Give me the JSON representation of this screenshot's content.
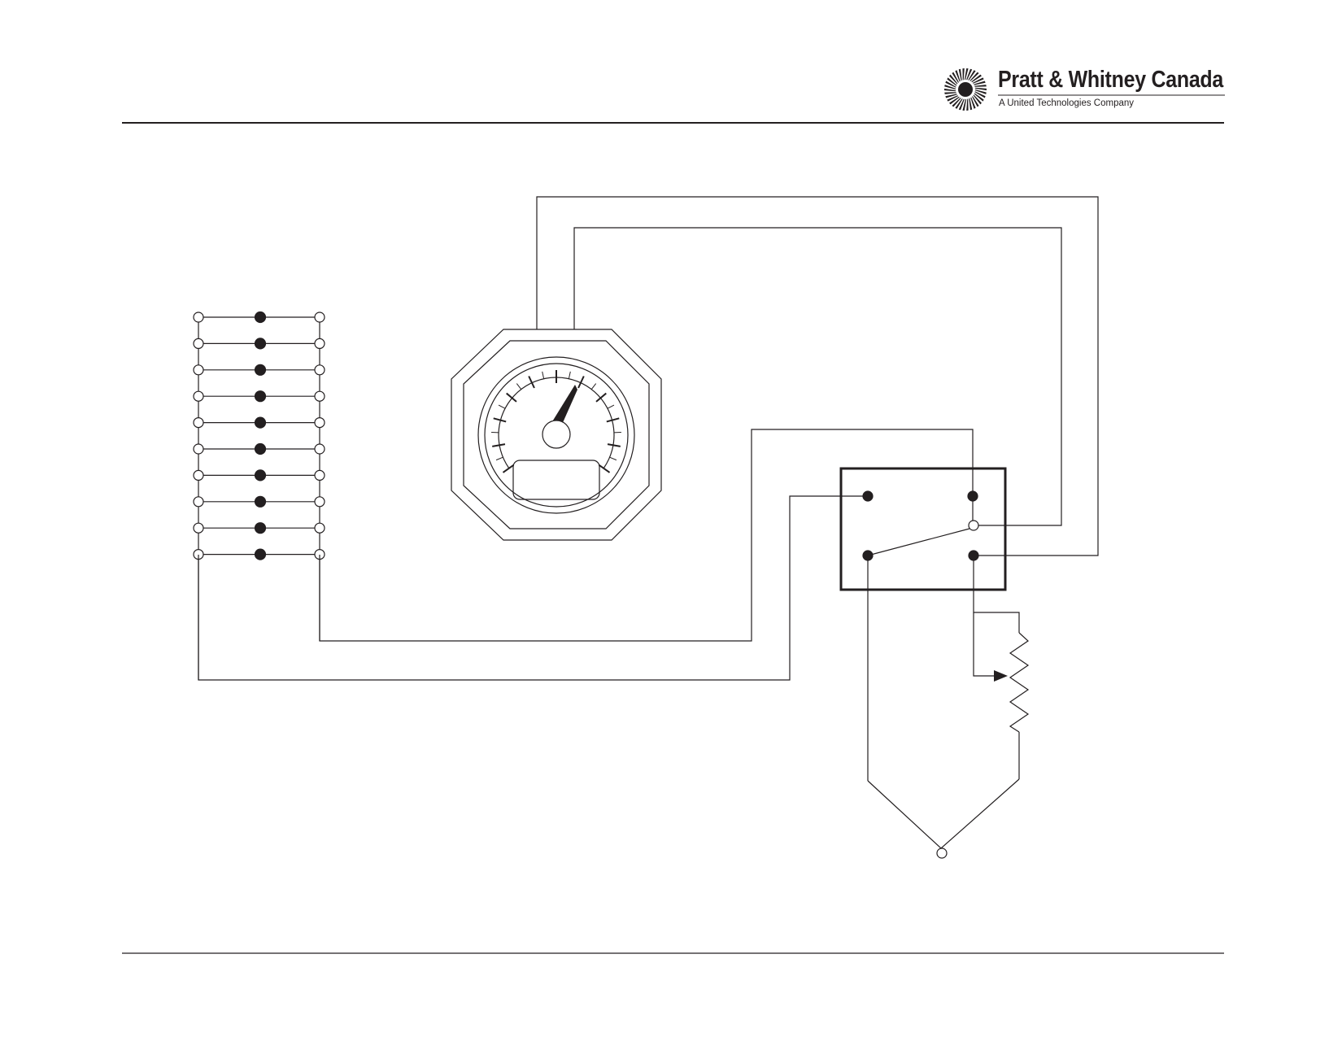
{
  "brand": {
    "company_name": "Pratt & Whitney Canada",
    "tagline": "A United Technologies Company",
    "logo_icon": "turbine-burst-logo-icon"
  },
  "colors": {
    "ink": "#231f20",
    "background": "#ffffff"
  },
  "diagram": {
    "terminal_strip_rows": 10,
    "gauge": {
      "shape": "octagon",
      "needle_icon": "gauge-needle-icon",
      "has_display_window": true
    },
    "switch_box": {
      "terminals": 5,
      "contact": "single-pole double-throw"
    },
    "variable_resistor": true,
    "ground_terminal": true
  }
}
